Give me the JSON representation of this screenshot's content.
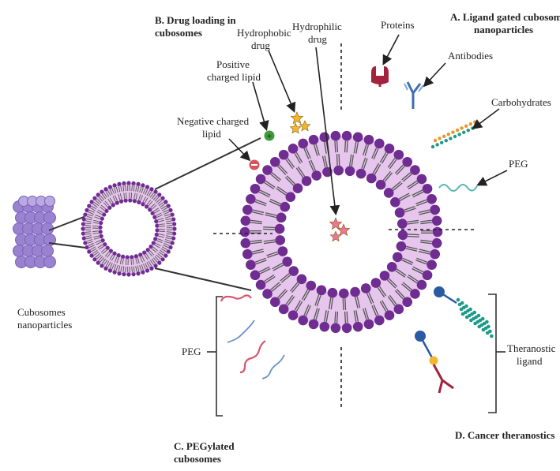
{
  "labels": {
    "drug_loading_line1": "B. Drug loading in",
    "drug_loading_line2": "cubosomes",
    "hydrophobic_line1": "Hydrophobic",
    "hydrophobic_line2": "drug",
    "hydrophilic_line1": "Hydrophilic",
    "hydrophilic_line2": "drug",
    "proteins": "Proteins",
    "ligand_gated_line1": "A. Ligand gated cubosomes",
    "ligand_gated_line2": "nanoparticles",
    "positive_lipid_line1": "Positive",
    "positive_lipid_line2": "charged lipid",
    "antibodies": "Antibodies",
    "carbohydrates": "Carbohydrates",
    "negative_lipid_line1": "Negative charged",
    "negative_lipid_line2": "lipid",
    "peg_top": "PEG",
    "cubosomes_line1": "Cubosomes",
    "cubosomes_line2": "nanoparticles",
    "peg_left": "PEG",
    "theranostic_line1": "Theranostic",
    "theranostic_line2": "ligand",
    "cancer_theranostics": "D. Cancer theranostics",
    "pegylated_line1": "C. PEGylated",
    "pegylated_line2": "cubosomes"
  },
  "colors": {
    "lipid_head": "#6f2c91",
    "membrane_fill": "#e6c6ec",
    "lipid_tail": "#555555",
    "drug_hydrophobic": "#f2b632",
    "drug_hydrophilic": "#e8789a",
    "cube": "#9a82d0",
    "protein": "#a3233e",
    "antibody": "#3f6fb0",
    "carb_teal": "#1f9a8a",
    "carb_orange": "#e8952a",
    "peg_teal": "#5ab7b3",
    "peg_red": "#d9576b",
    "peg_blue": "#6b8fc7"
  }
}
